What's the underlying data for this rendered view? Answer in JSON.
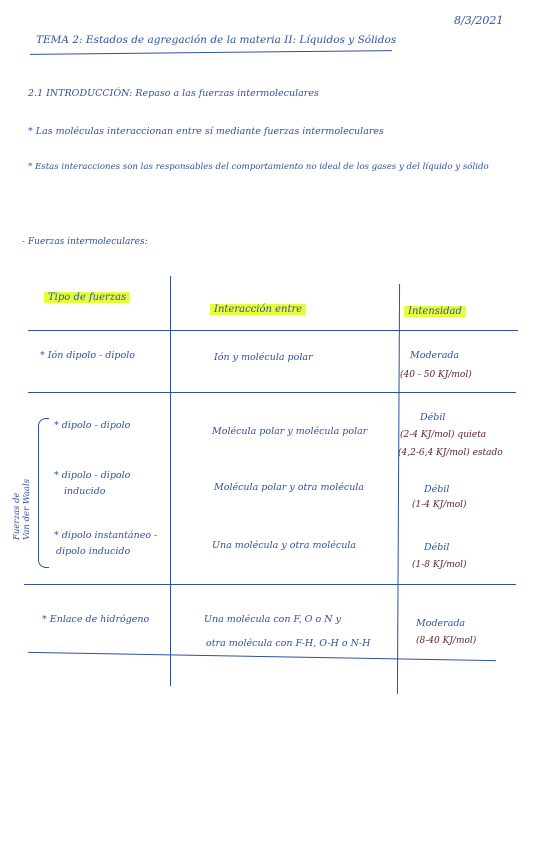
{
  "header": {
    "date": "8/3/2021",
    "title": "TEMA 2: Estados de agregación de la materia II: Líquidos y Sólidos"
  },
  "intro": {
    "line1": "2.1 INTRODUCCIÓN: Repaso a las fuerzas intermoleculares",
    "line2": "* Las moléculas interaccionan entre sí mediante fuerzas intermoleculares",
    "line3": "* Estas interacciones son las responsables del comportamiento no ideal de los gases y del líquido y sólido",
    "section_label": "- Fuerzas intermoleculares:"
  },
  "table": {
    "headers": {
      "type": "Tipo de fuerzas",
      "interaction": "Interacción entre",
      "intensity": "Intensidad"
    },
    "side_label_line1": "Fuerzas de",
    "side_label_line2": "Van der Waals",
    "rows": [
      {
        "type": "* Ión dipolo - dipolo",
        "interaction": "Ión y molécula polar",
        "intensity_word": "Moderada",
        "intensity_range": "(40 - 50 KJ/mol)"
      },
      {
        "type": "* dipolo - dipolo",
        "interaction": "Molécula polar y molécula polar",
        "intensity_word": "Débil",
        "intensity_range": "(2-4 KJ/mol) quieta",
        "intensity_range2": "(4,2-6,4 KJ/mol) estado"
      },
      {
        "type": "* dipolo - dipolo",
        "type2": "inducido",
        "interaction": "Molécula polar y otra molécula",
        "intensity_word": "Débil",
        "intensity_range": "(1-4 KJ/mol)"
      },
      {
        "type": "* dipolo instantáneo -",
        "type2": "dipolo inducido",
        "interaction": "Una molécula y otra molécula",
        "intensity_word": "Débil",
        "intensity_range": "(1-8 KJ/mol)"
      },
      {
        "type": "* Enlace de hidrógeno",
        "interaction": "Una molécula con F, O o N y",
        "interaction2": "otra molécula con F-H, O-H o N-H",
        "intensity_word": "Moderada",
        "intensity_range": "(8-40 KJ/mol)"
      }
    ]
  }
}
